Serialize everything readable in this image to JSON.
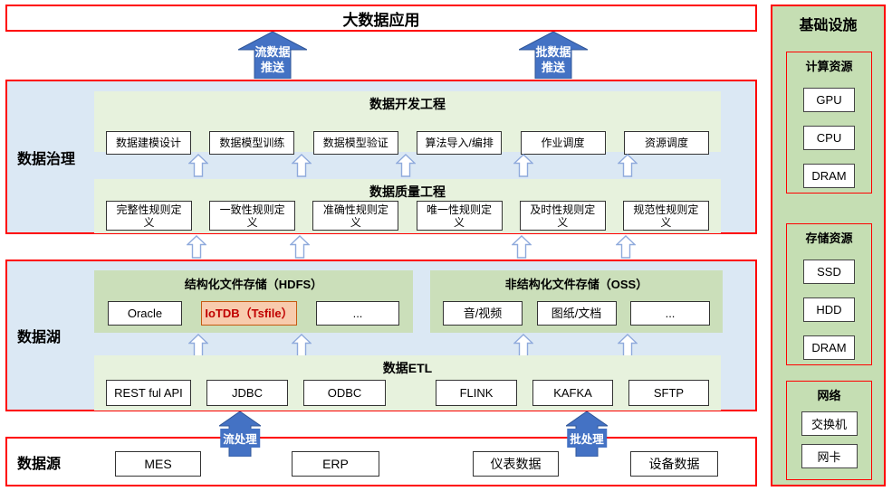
{
  "app_title": "大数据应用",
  "push_arrows": [
    {
      "line1": "流数据",
      "line2": "推送"
    },
    {
      "line1": "批数据",
      "line2": "推送"
    }
  ],
  "governance": {
    "label": "数据治理",
    "dev": {
      "title": "数据开发工程",
      "items": [
        "数据建模设计",
        "数据模型训练",
        "数据模型验证",
        "算法导入/编排",
        "作业调度",
        "资源调度"
      ]
    },
    "quality": {
      "title": "数据质量工程",
      "items": [
        "完整性规则定义",
        "一致性规则定义",
        "准确性规则定义",
        "唯一性规则定义",
        "及时性规则定义",
        "规范性规则定义"
      ]
    }
  },
  "lake": {
    "label": "数据湖",
    "hdfs": {
      "title": "结构化文件存储（HDFS）",
      "items": [
        "Oracle",
        "IoTDB（Tsfile）",
        "..."
      ]
    },
    "oss": {
      "title": "非结构化文件存储（OSS）",
      "items": [
        "音/视频",
        "图纸/文档",
        "..."
      ]
    },
    "etl": {
      "title": "数据ETL",
      "items": [
        "REST ful API",
        "JDBC",
        "ODBC",
        "FLINK",
        "KAFKA",
        "SFTP"
      ]
    }
  },
  "process_arrows": [
    {
      "label": "流处理"
    },
    {
      "label": "批处理"
    }
  ],
  "sources": {
    "label": "数据源",
    "items": [
      "MES",
      "ERP",
      "仪表数据",
      "设备数据"
    ]
  },
  "infrastructure": {
    "title": "基础设施",
    "groups": [
      {
        "title": "计算资源",
        "items": [
          "GPU",
          "CPU",
          "DRAM"
        ]
      },
      {
        "title": "存储资源",
        "items": [
          "SSD",
          "HDD",
          "DRAM"
        ]
      },
      {
        "title": "网络",
        "items": [
          "交换机",
          "网卡"
        ]
      }
    ]
  },
  "colors": {
    "red_border": "#ff0000",
    "panel_blue": "#dbe8f4",
    "panel_light_green": "#e7f2dd",
    "panel_green": "#cbdfba",
    "sidebar_green": "#c5deb3",
    "arrow_blue": "#4472c4",
    "arrow_outline": "#8faadc",
    "iotdb_bg": "#f8cbad",
    "iotdb_text": "#c00000"
  }
}
